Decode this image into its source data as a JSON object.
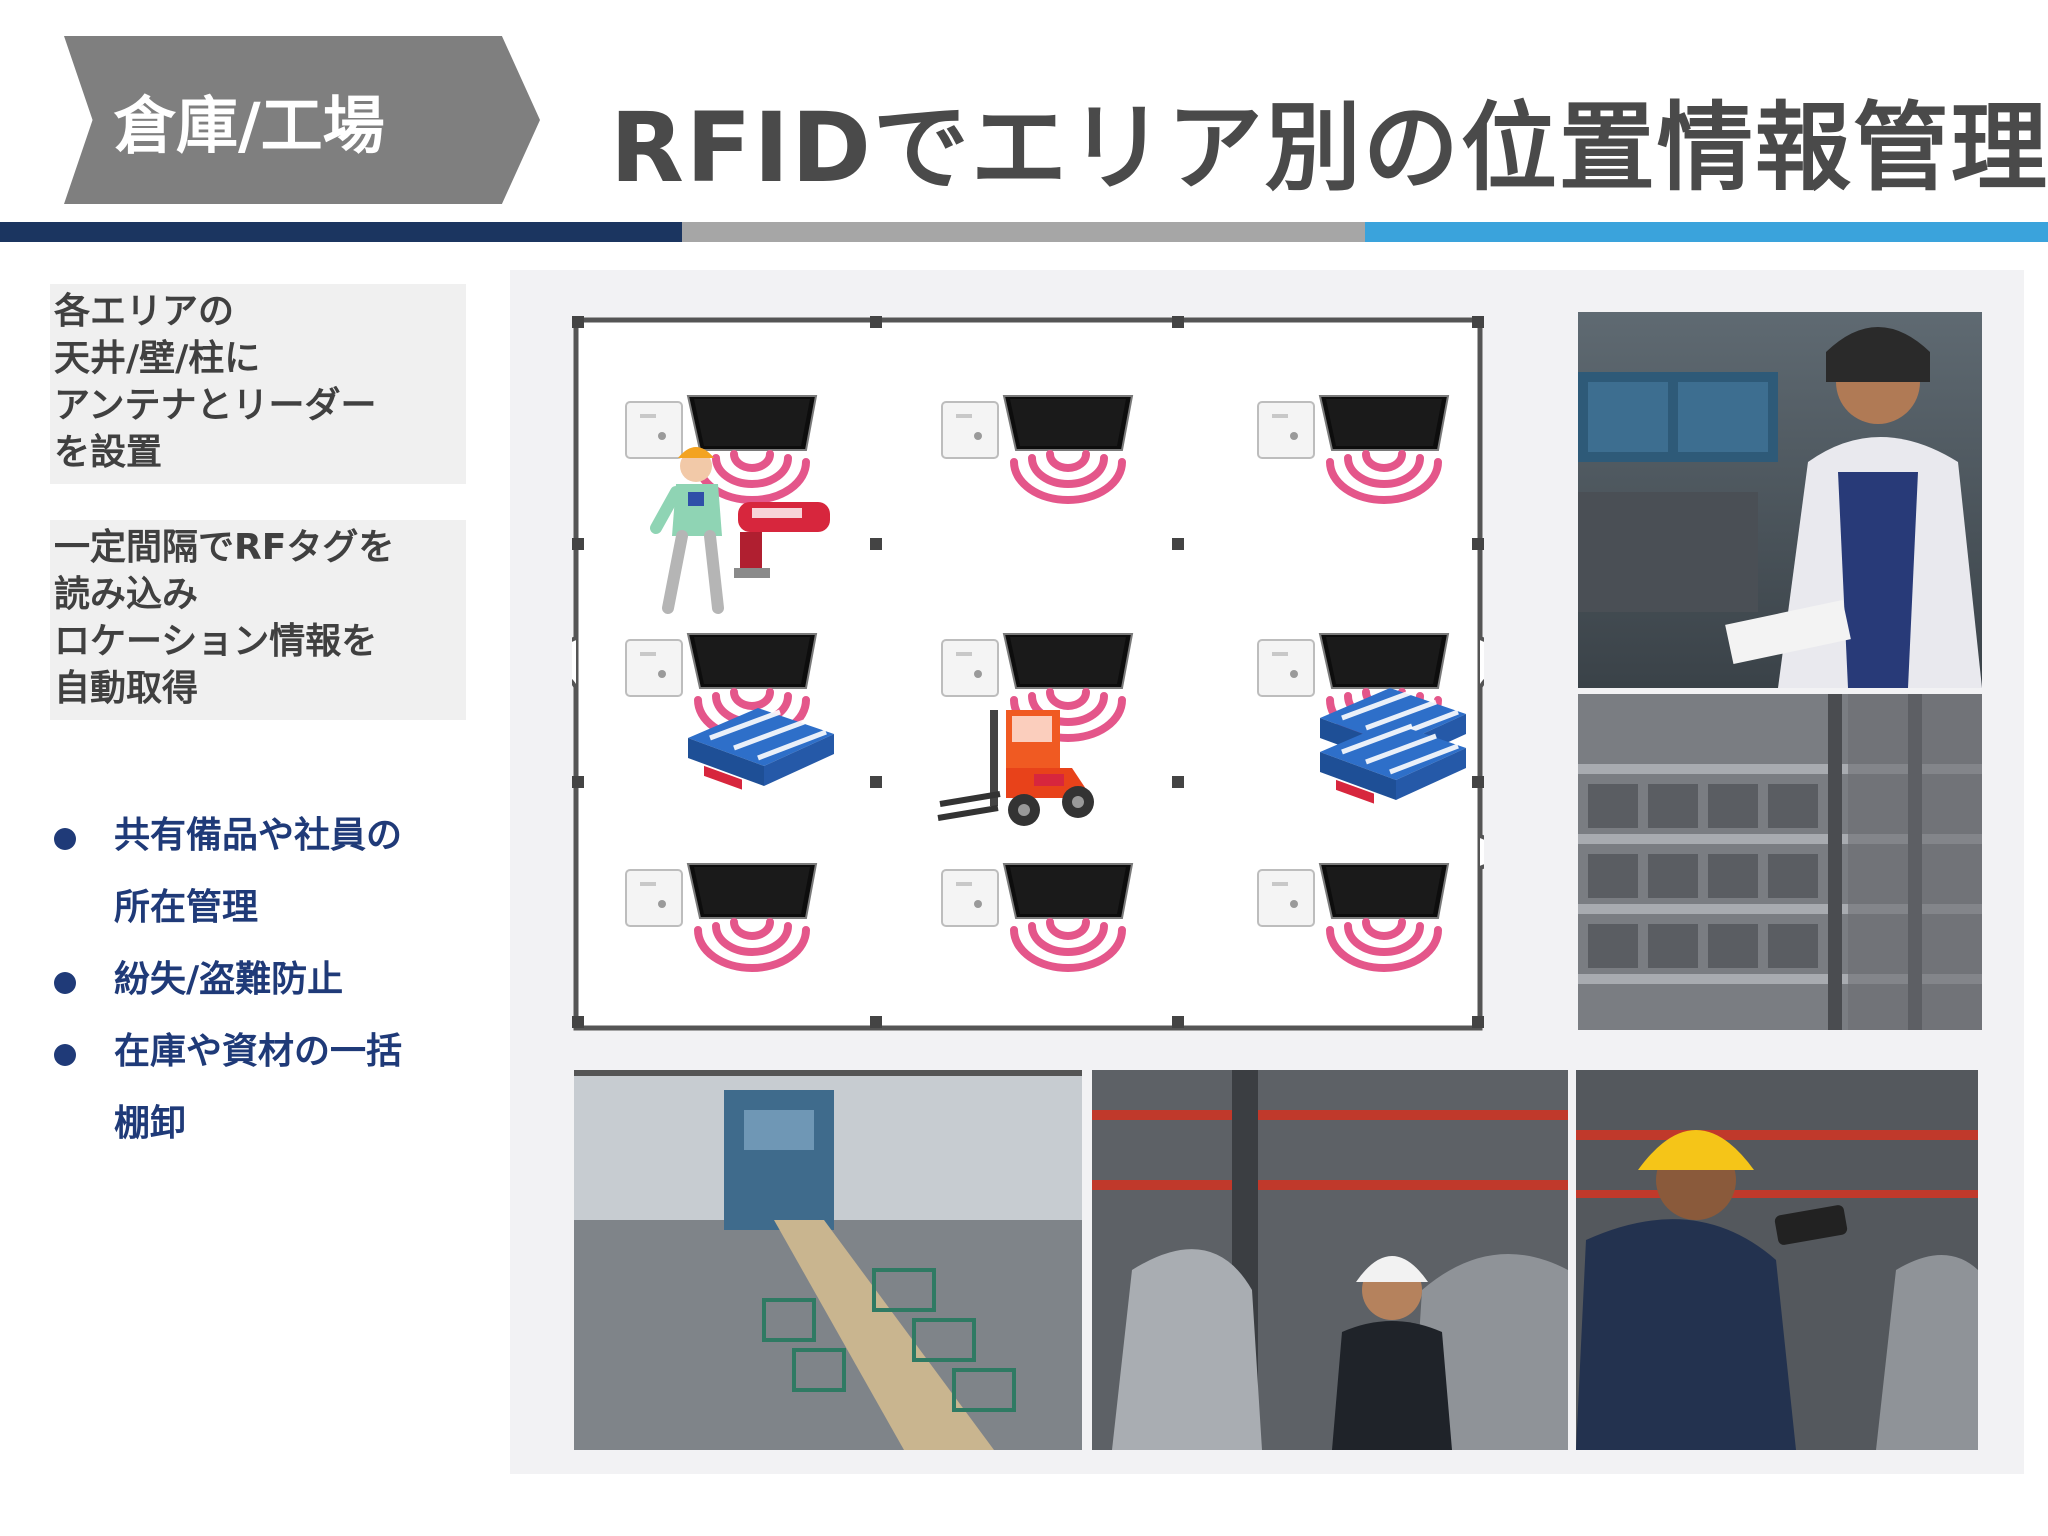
{
  "header": {
    "category": "倉庫/工場",
    "title": "RFIDでエリア別の位置情報管理"
  },
  "colors": {
    "rule_navy": "#1b3560",
    "rule_gray": "#a6a6a6",
    "rule_blue": "#3aa3dc",
    "bullet_blue": "#1f3a78",
    "signal_pink": "#e4568a"
  },
  "left": {
    "box1": [
      "各エリアの",
      "天井/壁/柱に",
      "アンテナとリーダー",
      "を設置"
    ],
    "box2": [
      "一定間隔でRFタグを",
      "読み込み",
      "ロケーション情報を",
      "自動取得"
    ],
    "bullets": [
      [
        "共有備品や社員の",
        "所在管理"
      ],
      [
        "紛失/盗難防止"
      ],
      [
        "在庫や資材の一括",
        "棚卸"
      ]
    ]
  },
  "illustration": {
    "icons": [
      "reader-icon",
      "antenna-icon",
      "signal-icon",
      "worker-with-handheld-reader-icon",
      "pallet-icon",
      "forklift-icon"
    ]
  },
  "photos": [
    "warehouse-worker-photo",
    "warehouse-shelving-photo",
    "factory-floor-photo",
    "factory-worker-helmet-photo",
    "factory-worker-tablet-photo"
  ]
}
